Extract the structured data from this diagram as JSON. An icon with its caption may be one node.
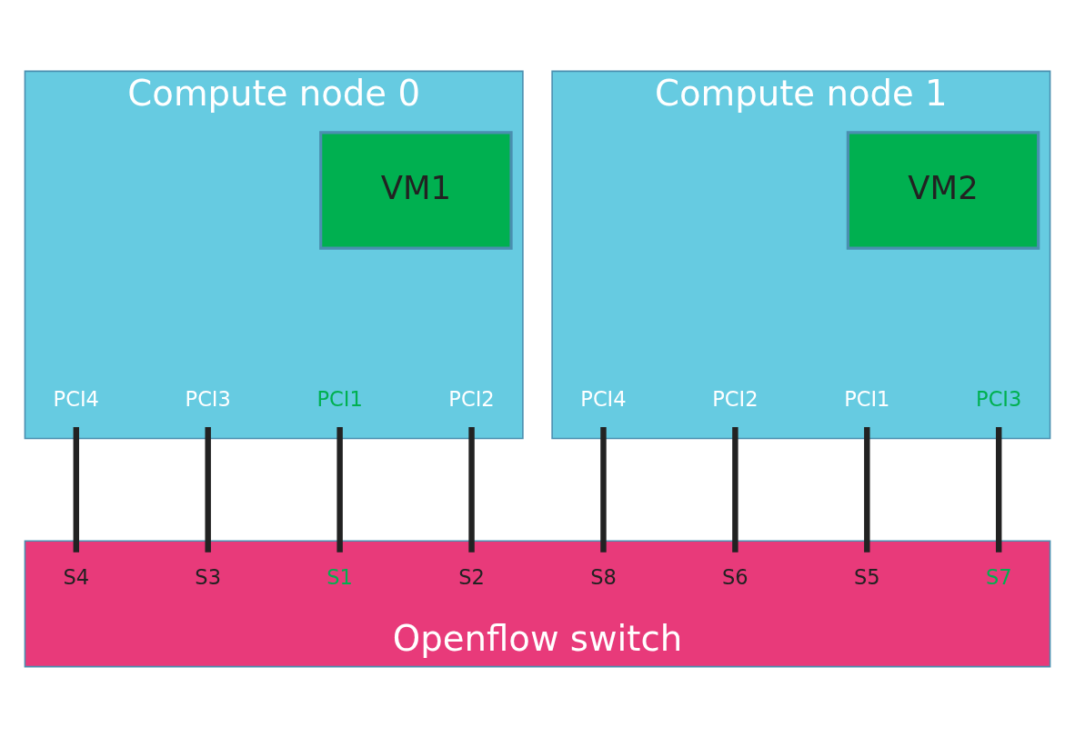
{
  "diagram": {
    "nodes": [
      {
        "text": [
          "Compute node 0"
        ]
      },
      {
        "text": [
          "VM1"
        ],
        "in": 0
      },
      {
        "text": [
          "PCI1"
        ],
        "in": 0
      },
      {
        "text": [
          "PCI2"
        ],
        "in": 0
      },
      {
        "text": [
          "PCI3"
        ],
        "in": 0
      },
      {
        "text": [
          "PCI4"
        ],
        "in": 0
      },
      {
        "text": [
          "Compute node 1"
        ]
      },
      {
        "text": [
          "VM2"
        ],
        "in": 6
      },
      {
        "text": [
          "PCI1"
        ],
        "in": 6
      },
      {
        "text": [
          "PCI2"
        ],
        "in": 6
      },
      {
        "text": [
          "PCI3"
        ],
        "in": 6
      },
      {
        "text": [
          "PCI4"
        ],
        "in": 6
      },
      {
        "text": [
          "Openflow switch"
        ]
      },
      {
        "text": [
          "S1"
        ],
        "in": 12
      },
      {
        "text": [
          "S2"
        ],
        "in": 12
      },
      {
        "text": [
          "S3"
        ],
        "in": 12
      },
      {
        "text": [
          "S4"
        ],
        "in": 12
      },
      {
        "text": [
          "S5"
        ],
        "in": 12
      },
      {
        "text": [
          "S6"
        ],
        "in": 12
      },
      {
        "text": [
          "S7"
        ],
        "in": 12
      },
      {
        "text": [
          "S8"
        ],
        "in": 12
      }
    ],
    "edges": [
      {
        "from": 2,
        "to": 13,
        "arrow": "none"
      },
      {
        "from": 3,
        "to": 14,
        "arrow": "none"
      },
      {
        "from": 4,
        "to": 15,
        "arrow": "none"
      },
      {
        "from": 5,
        "to": 16,
        "arrow": "none"
      },
      {
        "from": 8,
        "to": 17,
        "arrow": "none"
      },
      {
        "from": 9,
        "to": 18,
        "arrow": "none"
      },
      {
        "from": 10,
        "to": 19,
        "arrow": "none"
      },
      {
        "from": 11,
        "to": 20,
        "arrow": "none"
      }
    ]
  }
}
